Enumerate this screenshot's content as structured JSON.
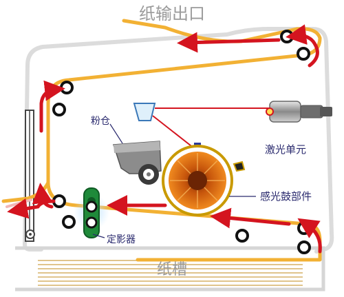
{
  "labels": {
    "paper_output": "纸输出口",
    "toner_hopper": "粉仓",
    "laser_unit": "激光单元",
    "drum_unit": "感光鼓部件",
    "fuser": "定影器",
    "paper_tray": "纸槽"
  },
  "colors": {
    "paper_path": "#f2b134",
    "arrow": "#d4141f",
    "laser_beam": "#d4141f",
    "label_text": "#2a2a6e",
    "title_text": "#9a9a9a",
    "housing": "#dcdcdc",
    "drum": "#d9710f",
    "fuser": "#1f8a3a"
  }
}
